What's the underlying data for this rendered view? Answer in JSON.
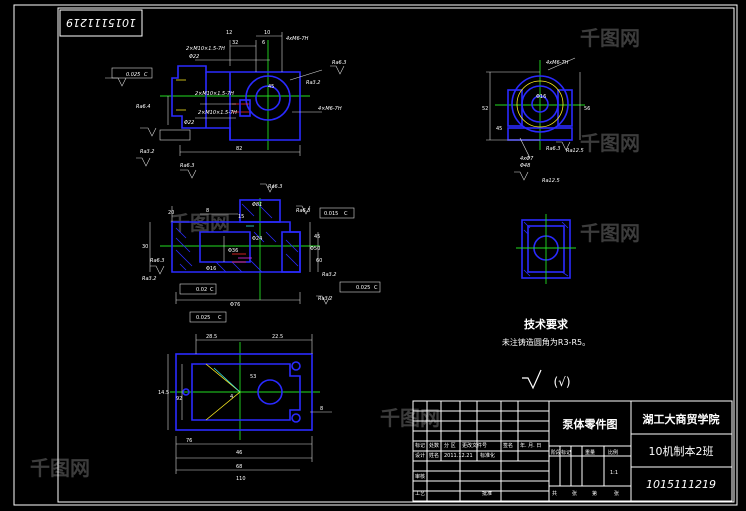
{
  "stamp": {
    "drawing_no_rotated": "1015111219"
  },
  "views": {
    "front": {
      "labels": [
        "2×M10×1.5-7H",
        "Φ22",
        "2×M10×1.5-7H",
        "2×M10×1.5-7H",
        "Φ22",
        "0.025",
        "C",
        "Ra6.4",
        "Ra3.2",
        "Ra6.3",
        "32",
        "6",
        "4xM6-7H",
        "Ra6.3",
        "4×M6-7H",
        "Ra3.2",
        "45"
      ],
      "dims": [
        "12",
        "10",
        "82"
      ]
    },
    "side": {
      "labels": [
        "4xM6-7H",
        "Φ16",
        "4xΦ7",
        "Φ48",
        "Ra6.3",
        "Ra12.5",
        "Ra12.5"
      ],
      "dims": [
        "52",
        "56",
        "45"
      ]
    },
    "section": {
      "labels": [
        "Ra6.3",
        "Φ81",
        "Ra6.3",
        "Ra3.2",
        "Ra6.3",
        "Φ24",
        "Φ36",
        "Φ50",
        "Φ16",
        "0.02",
        "C",
        "0.025",
        "C",
        "0.015",
        "C",
        "0.025",
        "C",
        "Ra3.2",
        "Ra3.2",
        "Φ76"
      ],
      "dims": [
        "8",
        "20",
        "30",
        "45",
        "15",
        "60"
      ]
    },
    "bottom": {
      "dims": [
        "28.5",
        "22.5",
        "53",
        "14.5",
        "92",
        "4",
        "68",
        "46",
        "110",
        "76",
        "8"
      ]
    }
  },
  "notes": {
    "tech_title": "技术要求",
    "tech_text": "未注铸造圆角为R3-R5。",
    "roughness_symbol": "(√)"
  },
  "title_block": {
    "part_name": "泵体零件图",
    "school": "湖工大商贸学院",
    "class": "10机制本2班",
    "student_no": "1015111219",
    "scale": "1:1",
    "rows": [
      [
        "标记",
        "处数",
        "分  区",
        "更改文件号",
        "签名",
        "年. 月. 日"
      ],
      [
        "设计",
        "姓名",
        "2011.12.21",
        "标准化",
        "",
        ""
      ],
      [
        "审核",
        "",
        "",
        "",
        "",
        ""
      ],
      [
        "工艺",
        "",
        "批准",
        "",
        "",
        ""
      ]
    ],
    "labels": [
      "阶段标记",
      "重量",
      "比例"
    ],
    "sheet": [
      "共",
      "张",
      "第",
      "张"
    ]
  },
  "watermark": {
    "text": "千图网"
  },
  "colors": {
    "background": "#000000",
    "frame": "#ffffff",
    "part_lines": "#2a2aff",
    "center_lines": "#22dd22",
    "dimension_lines": "#d8d8d8",
    "accent_red": "#ff2a2a",
    "accent_yellow": "#ffee22",
    "accent_magenta": "#e030e0",
    "accent_cyan": "#33e0e0"
  }
}
